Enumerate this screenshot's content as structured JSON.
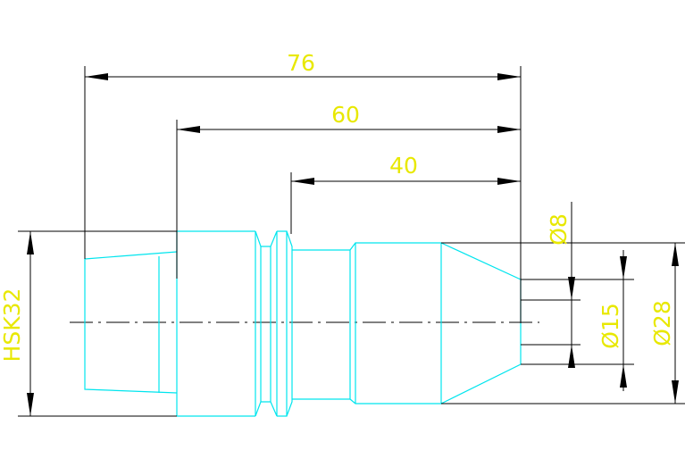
{
  "drawing": {
    "title": "",
    "colors": {
      "background": "#ffffff",
      "part_outline": "#00e5ee",
      "dimension_text": "#e8e800",
      "dimension_lines": "#000000"
    },
    "dimensions": {
      "length_overall": "76",
      "length_mid": "60",
      "length_short": "40",
      "diameter_small": "Ø8",
      "diameter_mid": "Ø15",
      "diameter_large": "Ø28",
      "taper_label": "HSK32"
    }
  }
}
